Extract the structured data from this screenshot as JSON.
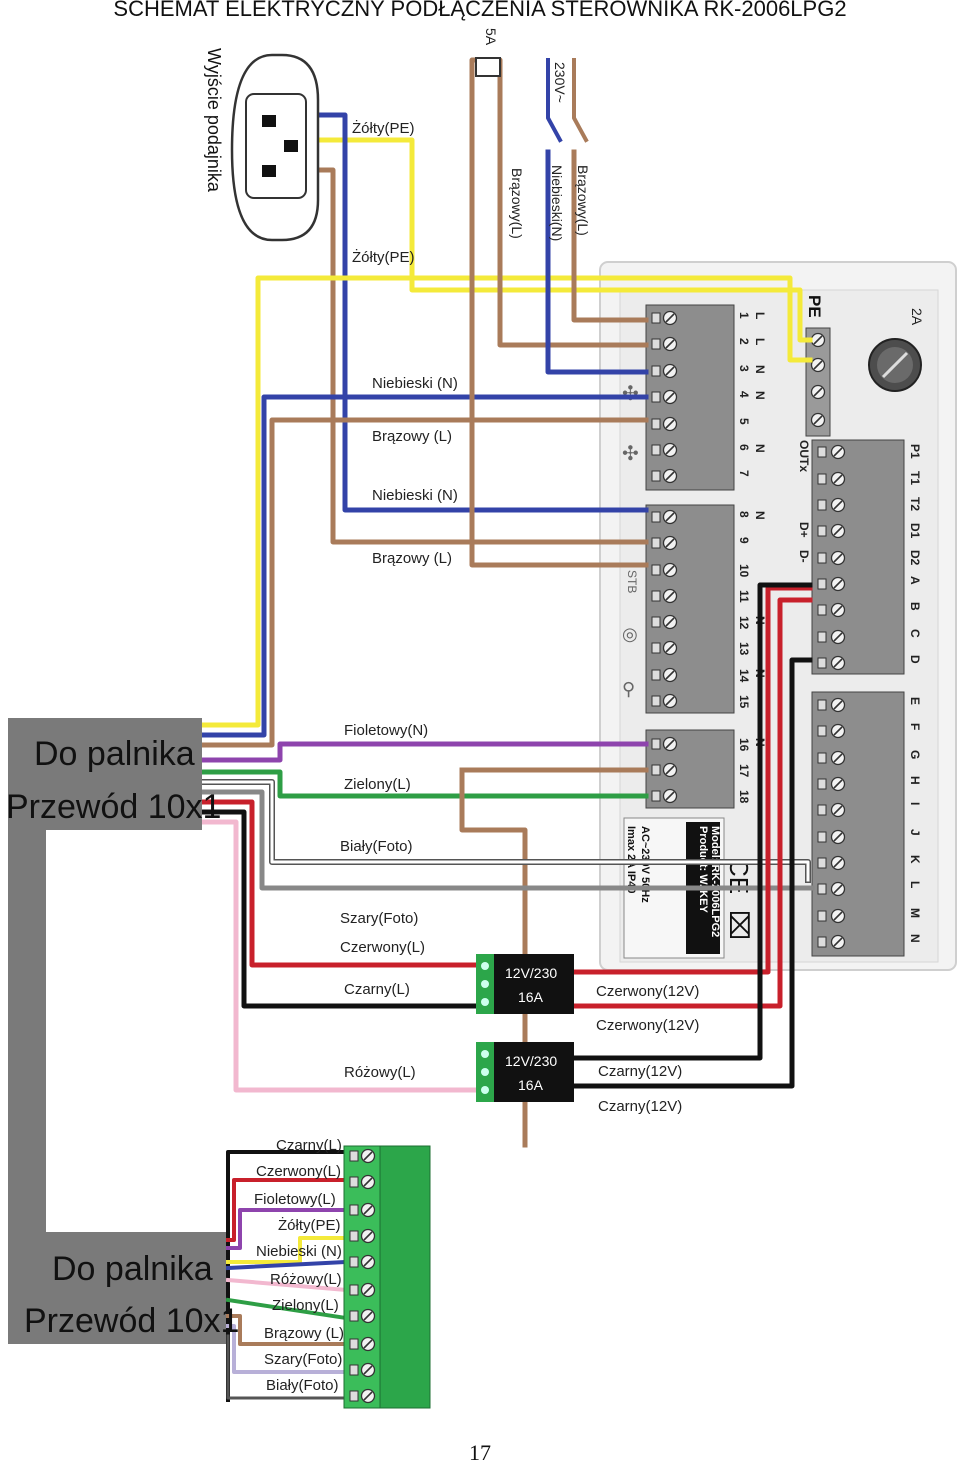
{
  "title": "SCHEMAT ELEKTRYCZNY PODŁĄCZENIA STEROWNIKA RK-2006LPG2",
  "page_number": "17",
  "colors": {
    "yellow": "#f4ea3a",
    "blue": "#3343a8",
    "brown": "#a97b5a",
    "purple": "#8e44ad",
    "green": "#2e9e45",
    "white_wire": "#dddddd",
    "grey": "#888888",
    "red": "#c8202b",
    "black": "#111111",
    "pink": "#f2b8cf",
    "terminal_green": "#2ca64a",
    "box_grey": "#7a7a7a"
  },
  "power_socket": {
    "label": "Wyjście podajnika",
    "wire_1": "Żółty(PE)",
    "wire_2": "Żółty(PE)"
  },
  "mains": {
    "fuse": "5A",
    "voltage": "230V~",
    "wire_brown_1": "Brązowy(L)",
    "wire_blue": "Niebieski(N)",
    "wire_brown_2": "Brązowy(L)"
  },
  "wire_labels": {
    "blue_1": "Niebieski (N)",
    "brown_1": "Brązowy (L)",
    "blue_2": "Niebieski (N)",
    "brown_2": "Brązowy (L)",
    "purple": "Fioletowy(N)",
    "green": "Zielony(L)",
    "white": "Biały(Foto)",
    "grey": "Szary(Foto)",
    "red": "Czerwony(L)",
    "black": "Czarny(L)",
    "pink": "Różowy(L)"
  },
  "burner_top": {
    "line1": "Do palnika",
    "line2": "Przewód 10x1"
  },
  "burner_bottom": {
    "line1": "Do palnika",
    "line2": "Przewód 10x1"
  },
  "relays": [
    {
      "line1": "12V/230",
      "line2": "16A",
      "out_1": "Czerwony(12V)",
      "out_2": "Czerwony(12V)"
    },
    {
      "line1": "12V/230",
      "line2": "16A",
      "out_1": "Czarny(12V)",
      "out_2": "Czarny(12V)"
    }
  ],
  "controller": {
    "pe_label": "PE",
    "fuse": "2A",
    "terminals_left": [
      "1",
      "2",
      "3",
      "4",
      "5",
      "6",
      "7",
      "8",
      "9",
      "10",
      "11",
      "12",
      "13",
      "14",
      "15",
      "16",
      "17",
      "18"
    ],
    "terminals_left_fn": [
      "L",
      "L",
      "N",
      "N",
      "",
      "N",
      "",
      "N",
      "",
      "",
      "",
      "N",
      "",
      "N",
      "",
      "N",
      "",
      ""
    ],
    "terminals_right": [
      "P1",
      "T1",
      "T2",
      "D1",
      "D2",
      "A",
      "B",
      "C",
      "D",
      "E",
      "F",
      "G",
      "H",
      "I",
      "J",
      "K",
      "L",
      "M",
      "N"
    ],
    "out_labels": [
      "OUTx",
      "D+",
      "D-"
    ],
    "model_lines": [
      "Product: W. KEY",
      "Model: RK-2006LPG2",
      "AC~230V 50Hz",
      "Imax 2A  IP40"
    ]
  },
  "bottom_terminal_labels": [
    "Czarny(L)",
    "Czerwony(L)",
    "Fioletowy(L)",
    "Żółty(PE)",
    "Niebieski (N)",
    "Różowy(L)",
    "Zielony(L)",
    "Brązowy (L)",
    "Szary(Foto)",
    "Biały(Foto)"
  ]
}
